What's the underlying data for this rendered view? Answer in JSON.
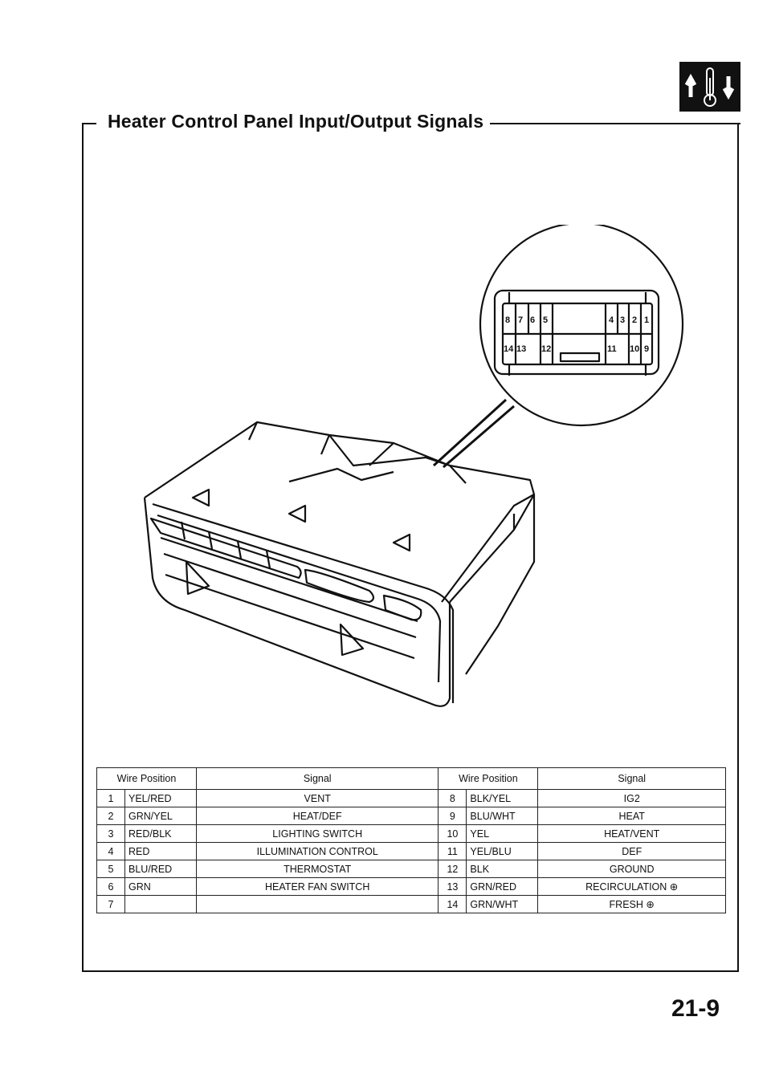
{
  "title": "Heater Control Panel Input/Output Signals",
  "page_number": "21-9",
  "connector": {
    "top_row_left": [
      "8",
      "7",
      "6",
      "5"
    ],
    "top_row_right": [
      "4",
      "3",
      "2",
      "1"
    ],
    "bottom_row_left": [
      "14",
      "13",
      "12"
    ],
    "bottom_row_right": [
      "11",
      "10",
      "9"
    ]
  },
  "table": {
    "headers": [
      "Wire Position",
      "Signal",
      "Wire Position",
      "Signal"
    ],
    "rows": [
      {
        "pos_l": "1",
        "wire_l": "YEL/RED",
        "signal_l": "VENT",
        "pos_r": "8",
        "wire_r": "BLK/YEL",
        "signal_r": "IG2"
      },
      {
        "pos_l": "2",
        "wire_l": "GRN/YEL",
        "signal_l": "HEAT/DEF",
        "pos_r": "9",
        "wire_r": "BLU/WHT",
        "signal_r": "HEAT"
      },
      {
        "pos_l": "3",
        "wire_l": "RED/BLK",
        "signal_l": "LIGHTING SWITCH",
        "pos_r": "10",
        "wire_r": "YEL",
        "signal_r": "HEAT/VENT"
      },
      {
        "pos_l": "4",
        "wire_l": "RED",
        "signal_l": "ILLUMINATION CONTROL",
        "pos_r": "11",
        "wire_r": "YEL/BLU",
        "signal_r": "DEF"
      },
      {
        "pos_l": "5",
        "wire_l": "BLU/RED",
        "signal_l": "THERMOSTAT",
        "pos_r": "12",
        "wire_r": "BLK",
        "signal_r": "GROUND"
      },
      {
        "pos_l": "6",
        "wire_l": "GRN",
        "signal_l": "HEATER FAN SWITCH",
        "pos_r": "13",
        "wire_r": "GRN/RED",
        "signal_r": "RECIRCULATION ⊕"
      },
      {
        "pos_l": "7",
        "wire_l": "",
        "signal_l": "",
        "pos_r": "14",
        "wire_r": "GRN/WHT",
        "signal_r": "FRESH ⊕"
      }
    ]
  }
}
